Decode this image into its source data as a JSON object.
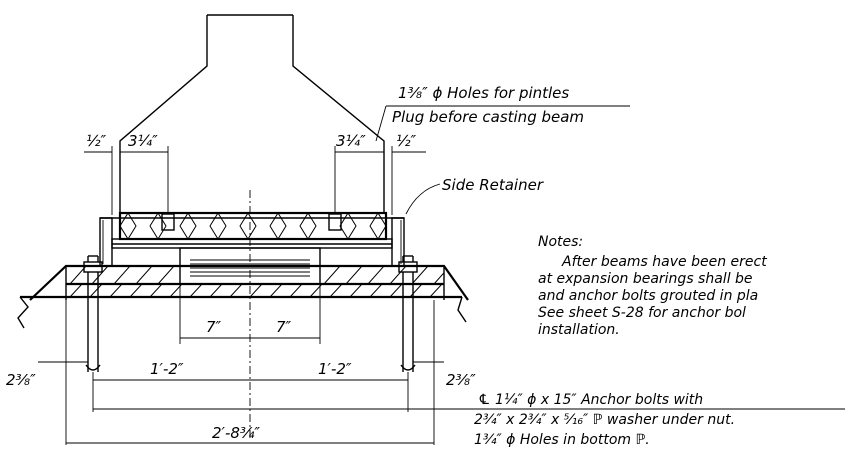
{
  "labels": {
    "holes_line1": "1³⁄₈″ ϕ Holes for pintles",
    "holes_line2": "Plug before casting beam",
    "dim_half_left": "½″",
    "dim_3q_left": "3¼″",
    "dim_3q_right": "3¼″",
    "dim_half_right": "½″",
    "side_retainer": "Side Retainer",
    "dim_7_left": "7″",
    "dim_7_right": "7″",
    "dim_238_left": "2³⁄₈″",
    "dim_238_right": "2³⁄₈″",
    "dim_12_left": "1′-2″",
    "dim_12_right": "1′-2″",
    "dim_overall": "2′-8³⁄₄″",
    "anchor_line1": "℄ 1¼″ ϕ x 15″ Anchor bolts with",
    "anchor_line2": "2³⁄₄″ x 2³⁄₄″ x ⁵⁄₁₆″ ℙ washer under nut.",
    "anchor_line3": "1³⁄₄″ ϕ Holes in bottom ℙ."
  },
  "notes": {
    "heading": "Notes:",
    "line1": "After beams have been erect",
    "line2": "at expansion bearings shall be",
    "line3": "and anchor bolts grouted in pla",
    "line4": "See sheet S-28 for anchor bol",
    "line5": "installation."
  }
}
